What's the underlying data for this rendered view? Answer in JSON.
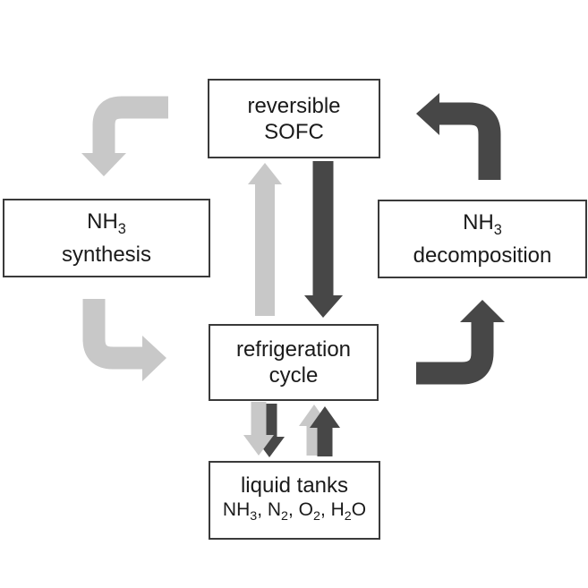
{
  "colors": {
    "background": "#ffffff",
    "light_arrow": "#c8c8c8",
    "dark_arrow": "#474747",
    "box_border": "#3a3a3a",
    "text": "#1a1a1a"
  },
  "boxes": {
    "sofc": {
      "line1": "reversible",
      "line2": "SOFC"
    },
    "synthesis": {
      "formula_base": "NH",
      "formula_sub": "3",
      "label": "synthesis"
    },
    "decomposition": {
      "formula_base": "NH",
      "formula_sub": "3",
      "label": "decomposition"
    },
    "refrigeration": {
      "line1": "refrigeration",
      "line2": "cycle"
    },
    "tanks": {
      "title": "liquid tanks",
      "contents": [
        {
          "t": "NH",
          "s": "3"
        },
        {
          "t": ", N",
          "s": "2"
        },
        {
          "t": ", O",
          "s": "2"
        },
        {
          "t": ", H",
          "s": "2"
        },
        {
          "t": "O",
          "s": ""
        }
      ]
    }
  },
  "arrows": [
    {
      "id": "sofc-to-synthesis",
      "color": "light"
    },
    {
      "id": "synthesis-to-refrigeration",
      "color": "light"
    },
    {
      "id": "refrigeration-to-sofc",
      "color": "light"
    },
    {
      "id": "sofc-to-refrigeration",
      "color": "dark"
    },
    {
      "id": "decomposition-to-sofc",
      "color": "dark"
    },
    {
      "id": "refrigeration-to-decomposition",
      "color": "dark"
    },
    {
      "id": "refrigeration-to-tanks",
      "color": "light+dark"
    },
    {
      "id": "tanks-to-refrigeration",
      "color": "light+dark"
    }
  ]
}
